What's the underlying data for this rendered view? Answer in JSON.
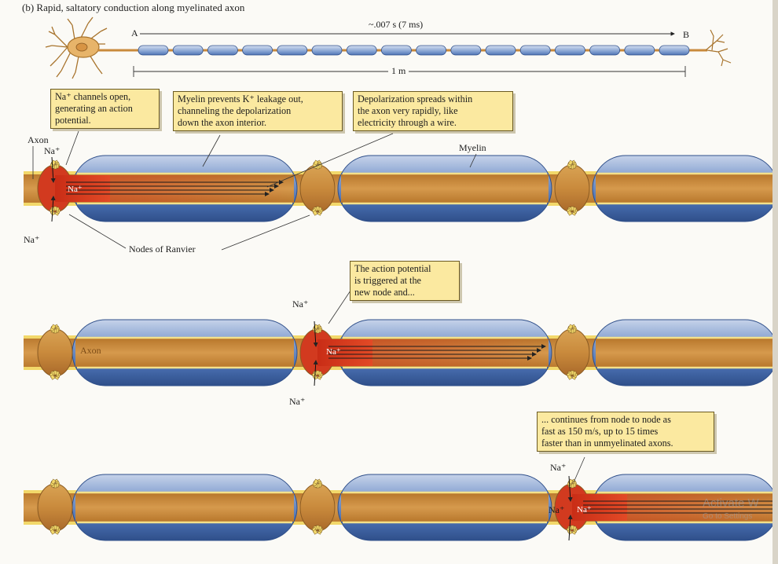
{
  "figure": {
    "title": "(b)  Rapid, saltatory conduction along myelinated axon"
  },
  "overview": {
    "label_a": "A",
    "label_b": "B",
    "time_label": "~.007 s (7 ms)",
    "length_label": "1 m"
  },
  "panel1": {
    "callout_na_open": "Na⁺ channels open,\ngenerating an action\npotential.",
    "callout_myelin": "Myelin prevents K⁺ leakage out,\nchanneling the depolarization\ndown the axon interior.",
    "callout_spread": "Depolarization spreads within\nthe axon very rapidly, like\nelectricity through a wire.",
    "label_axon": "Axon",
    "label_na_top": "Na⁺",
    "label_na_bottom": "Na⁺",
    "label_na_inside": "Na⁺",
    "label_myelin": "Myelin",
    "label_nodes": "Nodes of Ranvier"
  },
  "panel2": {
    "callout": "The action potential\nis triggered at the\nnew node and...",
    "label_axon": "Axon",
    "label_na_top": "Na⁺",
    "label_na_bottom": "Na⁺",
    "label_na_inside": "Na⁺"
  },
  "panel3": {
    "callout": "... continues from node to node as\nfast as 150 m/s, up to 15 times\nfaster than in unmyelinated axons.",
    "label_na_top": "Na⁺",
    "label_na_left": "Na⁺",
    "label_na_inside": "Na⁺"
  },
  "watermark": {
    "line1": "Activate W",
    "line2": "Go to Settings"
  },
  "colors": {
    "axon": "#c98a3c",
    "axon_light": "#e0a650",
    "myelin": "#4a70b2",
    "myelin_light": "#c6d3ea",
    "membrane": "#f2d86a",
    "depolarized": "#d23a1f",
    "callout": "#fbe9a0"
  }
}
